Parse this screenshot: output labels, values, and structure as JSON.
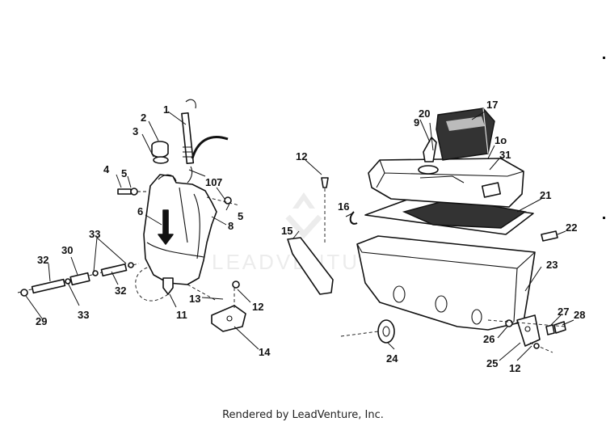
{
  "footer": {
    "text": "Rendered by LeadVenture, Inc."
  },
  "watermark": {
    "text": "LEADVENTURE"
  },
  "callouts": [
    {
      "id": "c1",
      "text": "1"
    },
    {
      "id": "c2",
      "text": "2"
    },
    {
      "id": "c3",
      "text": "3"
    },
    {
      "id": "c4",
      "text": "4"
    },
    {
      "id": "c5a",
      "text": "5"
    },
    {
      "id": "c5b",
      "text": "5"
    },
    {
      "id": "c6",
      "text": "6"
    },
    {
      "id": "c7",
      "text": "7"
    },
    {
      "id": "c8",
      "text": "8"
    },
    {
      "id": "c10a",
      "text": "10"
    },
    {
      "id": "c11",
      "text": "11"
    },
    {
      "id": "c12a",
      "text": "12"
    },
    {
      "id": "c12b",
      "text": "12"
    },
    {
      "id": "c12c",
      "text": "12"
    },
    {
      "id": "c13",
      "text": "13"
    },
    {
      "id": "c14",
      "text": "14"
    },
    {
      "id": "c15",
      "text": "15"
    },
    {
      "id": "c16",
      "text": "16"
    },
    {
      "id": "c17",
      "text": "17"
    },
    {
      "id": "c9",
      "text": "9"
    },
    {
      "id": "c20",
      "text": "20"
    },
    {
      "id": "c10b",
      "text": "1o"
    },
    {
      "id": "c31",
      "text": "31"
    },
    {
      "id": "c21",
      "text": "21"
    },
    {
      "id": "c22",
      "text": "22"
    },
    {
      "id": "c23",
      "text": "23"
    },
    {
      "id": "c24",
      "text": "24"
    },
    {
      "id": "c25",
      "text": "25"
    },
    {
      "id": "c26",
      "text": "26"
    },
    {
      "id": "c27",
      "text": "27"
    },
    {
      "id": "c28",
      "text": "28"
    },
    {
      "id": "c29",
      "text": "29"
    },
    {
      "id": "c30",
      "text": "30"
    },
    {
      "id": "c32a",
      "text": "32"
    },
    {
      "id": "c32b",
      "text": "32"
    },
    {
      "id": "c33a",
      "text": "33"
    },
    {
      "id": "c33b",
      "text": "33"
    }
  ]
}
